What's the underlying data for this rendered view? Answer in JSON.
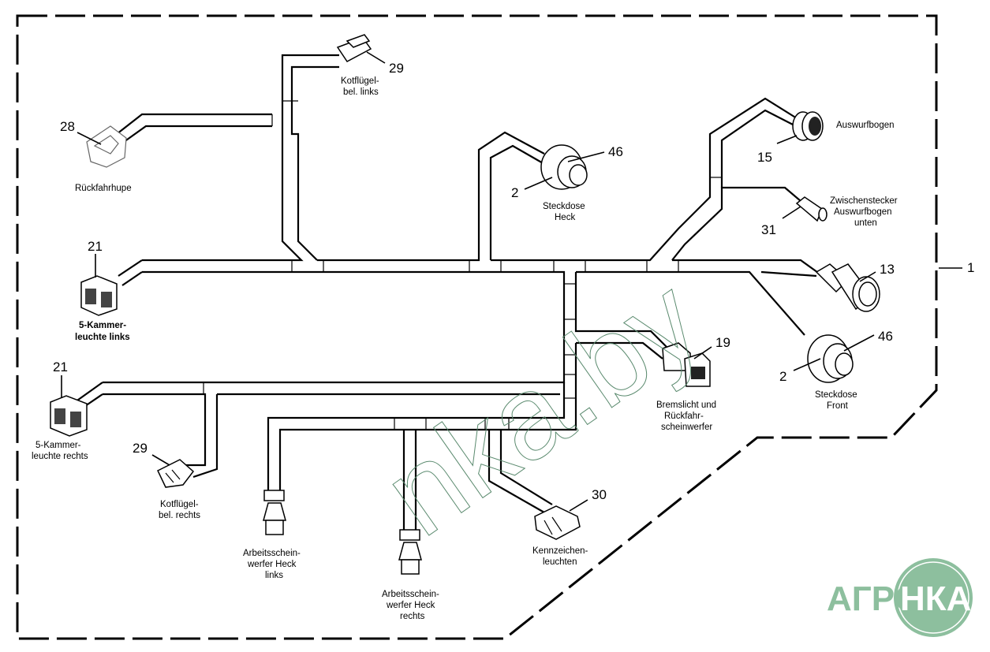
{
  "diagram": {
    "assembly_number": "1",
    "components": [
      {
        "id": "rueckfahrhupe",
        "number": "28",
        "label_lines": [
          "Rückfahrhupe"
        ]
      },
      {
        "id": "kotfluegel-links",
        "number": "29",
        "label_lines": [
          "Kotflügel-",
          "bel. links"
        ]
      },
      {
        "id": "steckdose-heck",
        "numbers": [
          "2",
          "46"
        ],
        "label_lines": [
          "Steckdose",
          "Heck"
        ]
      },
      {
        "id": "auswurfbogen",
        "number": "15",
        "label_lines": [
          "Auswurfbogen"
        ]
      },
      {
        "id": "zwischenstecker",
        "number": "31",
        "label_lines": [
          "Zwischenstecker",
          "Auswurfbogen",
          "unten"
        ]
      },
      {
        "id": "connector-13",
        "number": "13",
        "label_lines": []
      },
      {
        "id": "steckdose-front",
        "numbers": [
          "2",
          "46"
        ],
        "label_lines": [
          "Steckdose",
          "Front"
        ]
      },
      {
        "id": "bremslicht",
        "number": "19",
        "label_lines": [
          "Bremslicht und",
          "Rückfahr-",
          "scheinwerfer"
        ]
      },
      {
        "id": "kammerleuchte-links",
        "number": "21",
        "label_lines": [
          "5-Kammer-",
          "leuchte links"
        ]
      },
      {
        "id": "kammerleuchte-rechts",
        "number": "21",
        "label_lines": [
          "5-Kammer-",
          "leuchte rechts"
        ]
      },
      {
        "id": "kotfluegel-rechts",
        "number": "29",
        "label_lines": [
          "Kotflügel-",
          "bel. rechts"
        ]
      },
      {
        "id": "arbeitsscheinwerfer-links",
        "number": "",
        "label_lines": [
          "Arbeitsschein-",
          "werfer Heck",
          "links"
        ]
      },
      {
        "id": "arbeitsscheinwerfer-rechts",
        "number": "",
        "label_lines": [
          "Arbeitsschein-",
          "werfer Heck",
          "rechts"
        ]
      },
      {
        "id": "kennzeichenleuchten",
        "number": "30",
        "label_lines": [
          "Kennzeichen-",
          "leuchten"
        ]
      }
    ]
  },
  "watermark": {
    "text": "nka.by"
  },
  "logo": {
    "text_left": "АГРО",
    "text_right": "НКА",
    "color": "#8dbf9e"
  }
}
